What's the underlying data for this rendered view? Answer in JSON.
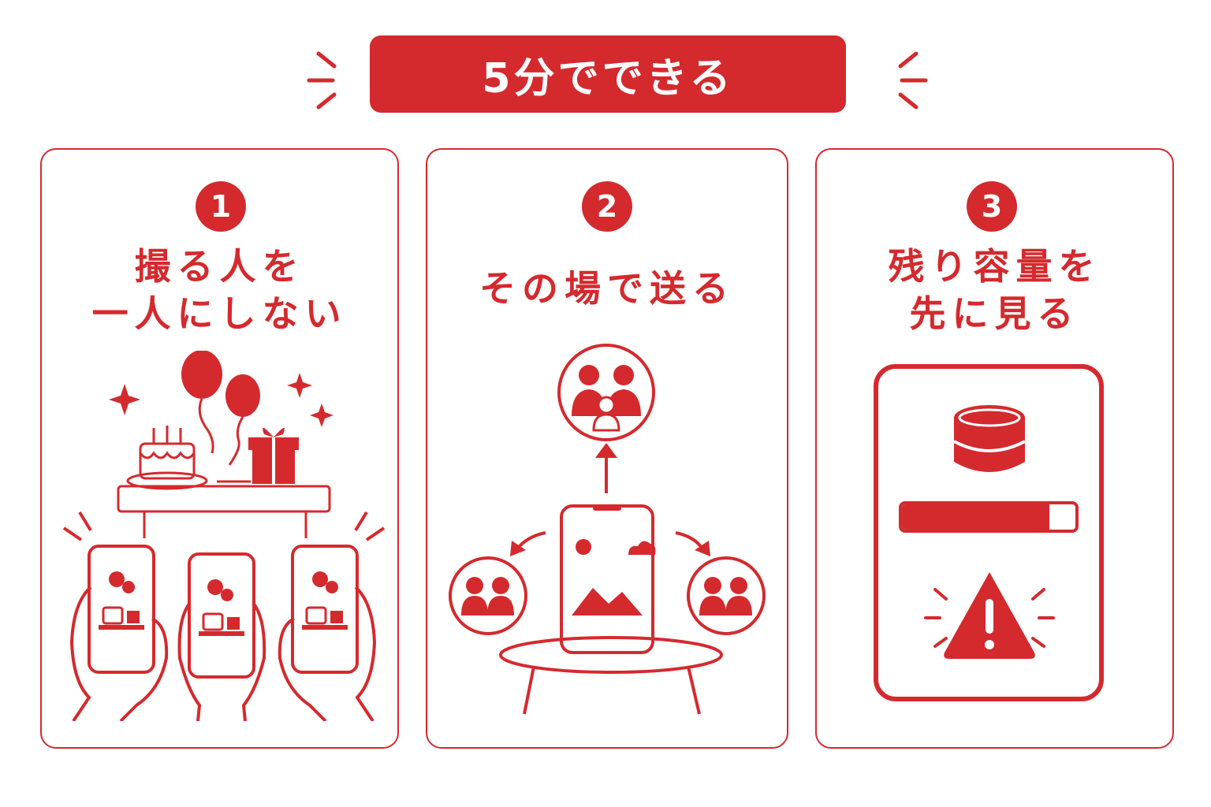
{
  "banner": {
    "text": "5分でできる"
  },
  "colors": {
    "accent": "#d42a2e",
    "background": "#ffffff"
  },
  "steps": [
    {
      "number": "1",
      "title_lines": [
        "撮る人を",
        "一人にしない"
      ]
    },
    {
      "number": "2",
      "title_lines": [
        "その場で送る"
      ]
    },
    {
      "number": "3",
      "title_lines": [
        "残り容量を",
        "先に見る"
      ]
    }
  ],
  "storage": {
    "used_fraction": 0.85
  }
}
